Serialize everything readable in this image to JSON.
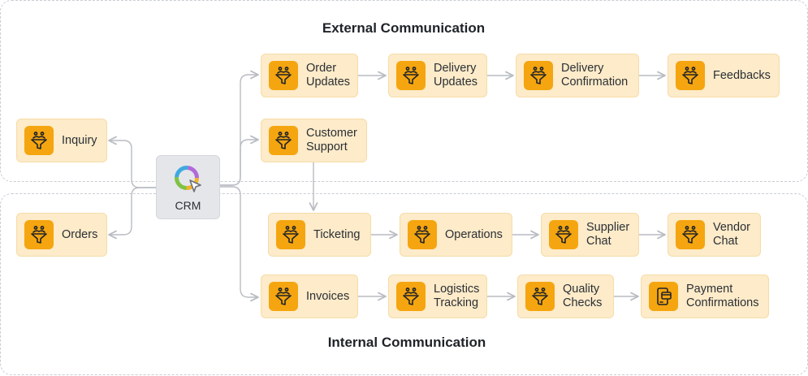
{
  "regions": {
    "external": {
      "title": "External Communication"
    },
    "internal": {
      "title": "Internal Communication"
    }
  },
  "hub": {
    "label": "CRM",
    "icon": "crm-logo-icon"
  },
  "nodes": {
    "inquiry": {
      "label": "Inquiry",
      "icon": "funnel-icon"
    },
    "orders": {
      "label": "Orders",
      "icon": "funnel-icon"
    },
    "order_updates": {
      "label": "Order\nUpdates",
      "icon": "funnel-icon"
    },
    "delivery_updates": {
      "label": "Delivery\nUpdates",
      "icon": "funnel-icon"
    },
    "delivery_confirmation": {
      "label": "Delivery\nConfirmation",
      "icon": "funnel-icon"
    },
    "feedbacks": {
      "label": "Feedbacks",
      "icon": "funnel-icon"
    },
    "customer_support": {
      "label": "Customer\nSupport",
      "icon": "funnel-icon"
    },
    "ticketing": {
      "label": "Ticketing",
      "icon": "funnel-icon"
    },
    "operations": {
      "label": "Operations",
      "icon": "funnel-icon"
    },
    "supplier_chat": {
      "label": "Supplier\nChat",
      "icon": "funnel-icon"
    },
    "vendor_chat": {
      "label": "Vendor\nChat",
      "icon": "funnel-icon"
    },
    "invoices": {
      "label": "Invoices",
      "icon": "funnel-icon"
    },
    "logistics_tracking": {
      "label": "Logistics\nTracking",
      "icon": "funnel-icon"
    },
    "quality_checks": {
      "label": "Quality\nChecks",
      "icon": "funnel-icon"
    },
    "payment_confirmations": {
      "label": "Payment\nConfirmations",
      "icon": "payment-app-icon"
    }
  },
  "colors": {
    "node_fill": "#fdebc9",
    "icon_fill": "#f5a50f",
    "hub_fill": "#e4e6ea",
    "connector": "#b8bcc2",
    "region_border": "#c9cdd3"
  }
}
